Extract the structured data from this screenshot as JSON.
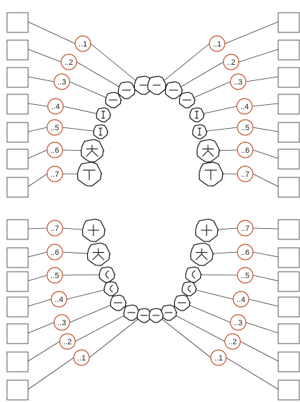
{
  "colors": {
    "badge_stroke": "#c0502a",
    "line": "#333333",
    "box_stroke": "#555555"
  },
  "jaws": [
    {
      "id": "upper",
      "teeth": [
        {
          "label": "..1",
          "right_box": "",
          "left_box": ""
        },
        {
          "label": "..2",
          "right_box": "",
          "left_box": ""
        },
        {
          "label": "..3",
          "right_box": "",
          "left_box": ""
        },
        {
          "label": "..4",
          "right_box": "",
          "left_box": ""
        },
        {
          "label": "..5",
          "right_box": "",
          "left_box": ""
        },
        {
          "label": "..6",
          "right_box": "",
          "left_box": ""
        },
        {
          "label": "..7",
          "right_box": "",
          "left_box": ""
        }
      ]
    },
    {
      "id": "lower",
      "teeth": [
        {
          "label": "..7",
          "right_box": "",
          "left_box": ""
        },
        {
          "label": "..6",
          "right_box": "",
          "left_box": ""
        },
        {
          "label": "..5",
          "right_box": "",
          "left_box": ""
        },
        {
          "label": "..4",
          "right_box": "",
          "left_box": ""
        },
        {
          "label": "..3",
          "right_box": "",
          "left_box": ""
        },
        {
          "label": "..2",
          "right_box": "",
          "left_box": ""
        },
        {
          "label": "..1",
          "right_box": "",
          "left_box": ""
        }
      ]
    }
  ]
}
